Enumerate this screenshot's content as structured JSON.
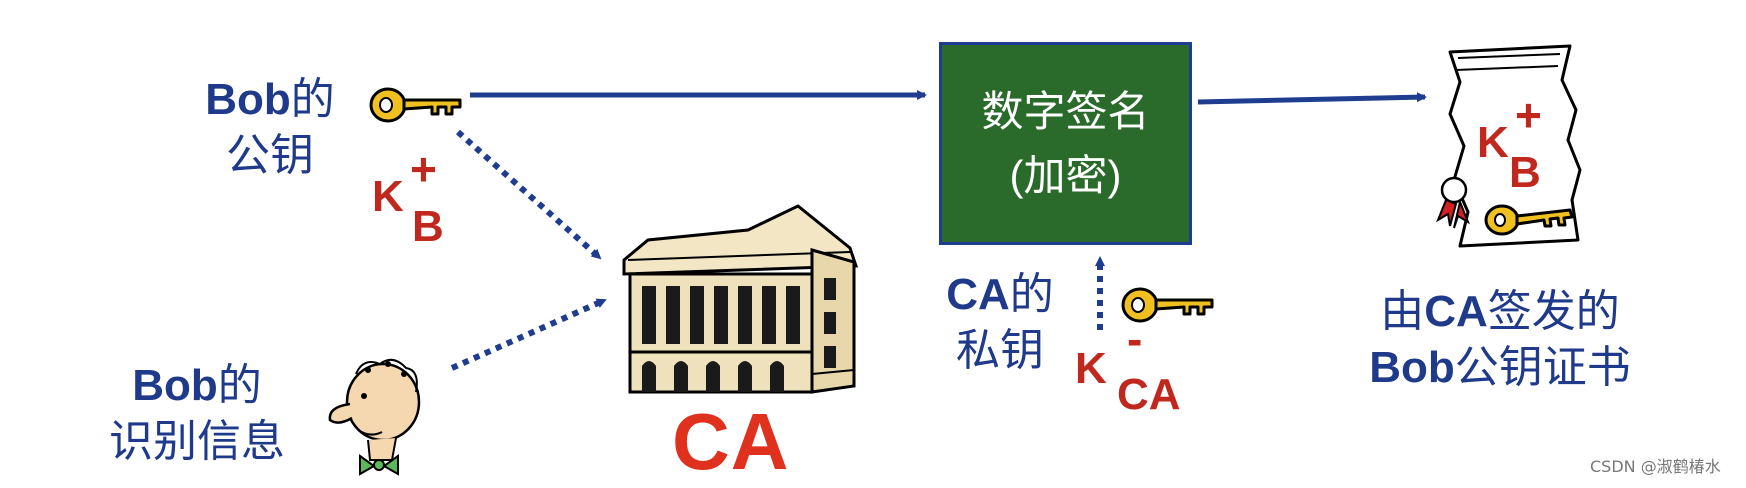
{
  "bob_public_key_label": {
    "line1_bold": "Bob",
    "line1_rest": "的",
    "line2": "公钥"
  },
  "bob_key_symbol": {
    "letter": "K",
    "subscript": "B",
    "superscript": "+"
  },
  "bob_id_label": {
    "line1_bold": "Bob",
    "line1_rest": "的",
    "line2": "识别信息"
  },
  "ca_label": "CA",
  "signature_box": {
    "line1": "数字签名",
    "line2": "(加密)"
  },
  "ca_private_key_label": {
    "line1_bold": "CA",
    "line1_rest": "的",
    "line2": "私钥"
  },
  "ca_key_symbol": {
    "letter": "K",
    "subscript": "CA",
    "superscript": "-"
  },
  "certificate_label": {
    "line1_a": "由",
    "line1_bold": "CA",
    "line1_b": "签发的",
    "line2_bold": "Bob",
    "line2_rest": "公钥证书"
  },
  "certificate_key_symbol": {
    "letter": "K",
    "subscript": "B",
    "superscript": "+"
  },
  "watermark": "CSDN @淑鹤椿水",
  "colors": {
    "arrow": "#1f3d8f",
    "box_fill": "#2a6a2a",
    "key_red": "#c0281e",
    "ca_red": "#e0301e",
    "key_gold": "#f0c020"
  }
}
